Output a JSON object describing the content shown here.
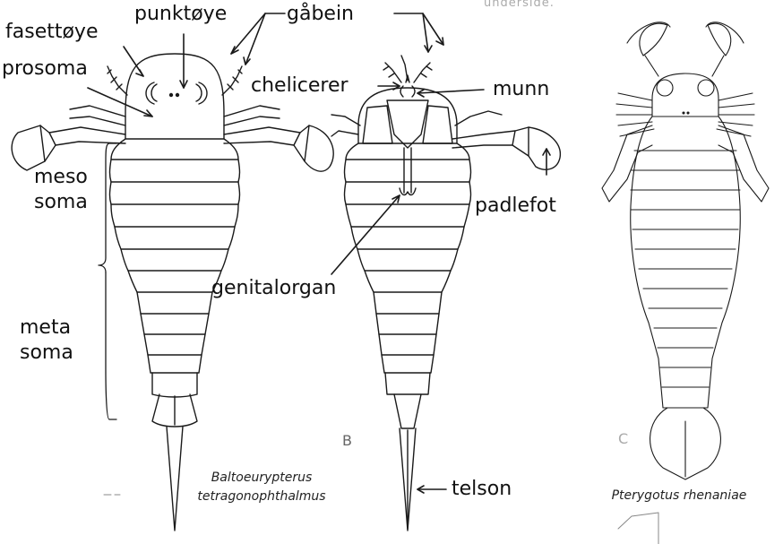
{
  "header_fragment": "underside.",
  "labels": {
    "fasettoye": "fasettøye",
    "punktoye": "punktøye",
    "gabein": "gåbein",
    "prosoma": "prosoma",
    "chelicerer": "chelicerer",
    "munn": "munn",
    "meso": "meso",
    "meso_soma": "soma",
    "meta": "meta",
    "meta_soma": "soma",
    "padlefot": "padlefot",
    "genitalorgan": "genitalorgan",
    "telson": "telson"
  },
  "figure_letters": {
    "b": "B",
    "c": "C"
  },
  "captions": {
    "species_b_line1": "Baltoeurypterus",
    "species_b_line2": "tetragonophthalmus",
    "species_c": "Pterygotus rhenaniae"
  },
  "colors": {
    "line": "#1a1a1a",
    "faint": "#888888",
    "background": "#ffffff"
  }
}
